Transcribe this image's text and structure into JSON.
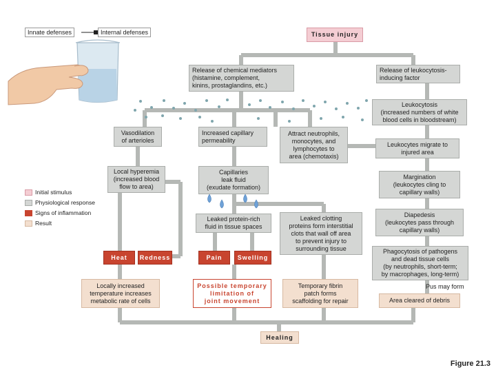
{
  "legend": {
    "innate": "Innate defenses",
    "internal": "Internal defenses",
    "items": [
      {
        "label": "Initial stimulus",
        "color": "#f4cdd3"
      },
      {
        "label": "Physiological response",
        "color": "#d4d6d4"
      },
      {
        "label": "Signs of inflammation",
        "color": "#c8442f"
      },
      {
        "label": "Result",
        "color": "#f3dfcf"
      }
    ]
  },
  "boxes": {
    "tissue_injury": "Tissue injury",
    "chemical_mediators": "Release of chemical mediators\n(histamine, complement,\nkinins, prostaglandins, etc.)",
    "leukocytosis_factor": "Release of leukocytosis-\ninducing factor",
    "leukocytosis": "Leukocytosis\n(increased numbers of white\nblood cells in bloodstream)",
    "vasodilation": "Vasodilation\nof arterioles",
    "capillary_permeability": "Increased capillary\npermeability",
    "attract_neutrophils": "Attract neutrophils,\nmonocytes, and\nlymphocytes to\narea (chemotaxis)",
    "leukocytes_migrate": "Leukocytes migrate to\ninjured area",
    "hyperemia": "Local hyperemia\n(increased blood\nflow to area)",
    "capillaries_leak": "Capillaries\nleak fluid\n(exudate formation)",
    "margination": "Margination\n(leukocytes cling to\ncapillary walls)",
    "leaked_protein": "Leaked protein-rich\nfluid in tissue spaces",
    "leaked_clotting": "Leaked clotting\nproteins form interstitial\nclots that wall off area\nto prevent injury to\nsurrounding tissue",
    "diapedesis": "Diapedesis\n(leukocytes pass through\ncapillary walls)",
    "heat": "Heat",
    "redness": "Redness",
    "pain": "Pain",
    "swelling": "Swelling",
    "phagocytosis": "Phagocytosis of pathogens\nand dead tissue cells\n(by neutrophils, short-term;\nby macrophages, long-term)",
    "locally_increased": "Locally increased\ntemperature increases\nmetabolic rate of cells",
    "limitation": "Possible temporary\nlimitation of\njoint movement",
    "fibrin": "Temporary fibrin\npatch forms\nscaffolding for repair",
    "pus": "Pus may form",
    "debris": "Area cleared of debris",
    "healing": "Healing"
  },
  "figure_label": "Figure 21.3"
}
